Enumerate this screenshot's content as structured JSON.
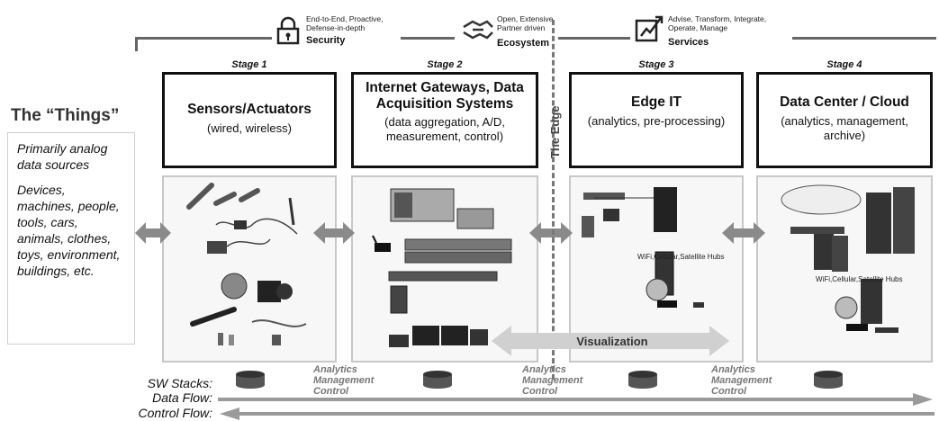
{
  "header": {
    "security": {
      "desc": "End-to-End, Proactive, Defense-in-depth",
      "title": "Security",
      "icon": "lock-icon"
    },
    "ecosystem": {
      "desc": "Open, Extensive, Partner driven",
      "title": "Ecosystem",
      "icon": "handshake-icon"
    },
    "services": {
      "desc": "Advise, Transform, Integrate, Operate, Manage",
      "title": "Services",
      "icon": "chart-up-icon"
    }
  },
  "things": {
    "title": "The “Things”",
    "para1": "Primarily analog data sources",
    "para2": "Devices, machines, people, tools, cars, animals, clothes, toys, environment, buildings, etc."
  },
  "stages": [
    {
      "label": "Stage 1",
      "title": "Sensors/Actuators",
      "subtitle": "(wired, wireless)"
    },
    {
      "label": "Stage 2",
      "title": "Internet Gateways, Data Acquisition Systems",
      "subtitle": "(data aggregation, A/D, measurement, control)"
    },
    {
      "label": "Stage 3",
      "title": "Edge IT",
      "subtitle": "(analytics, pre-processing)"
    },
    {
      "label": "Stage 4",
      "title": "Data Center / Cloud",
      "subtitle": "(analytics, management, archive)"
    }
  ],
  "edge_label": "The Edge",
  "visualization_label": "Visualization",
  "wifi_label_3": "WiFi,Cellular,Satellite Hubs",
  "wifi_label_4": "WiFi,Cellular,Satellite Hubs",
  "bottom": {
    "sw_stacks": "SW Stacks:",
    "data_flow": "Data Flow:",
    "control_flow": "Control Flow:",
    "amc_1": "Analytics Management Control",
    "amc_2": "Analytics Management Control",
    "amc_3": "Analytics Management Control"
  },
  "colors": {
    "arrow": "#8a8a8a",
    "panel_border": "#c8c8c8",
    "box_border": "#111111"
  }
}
